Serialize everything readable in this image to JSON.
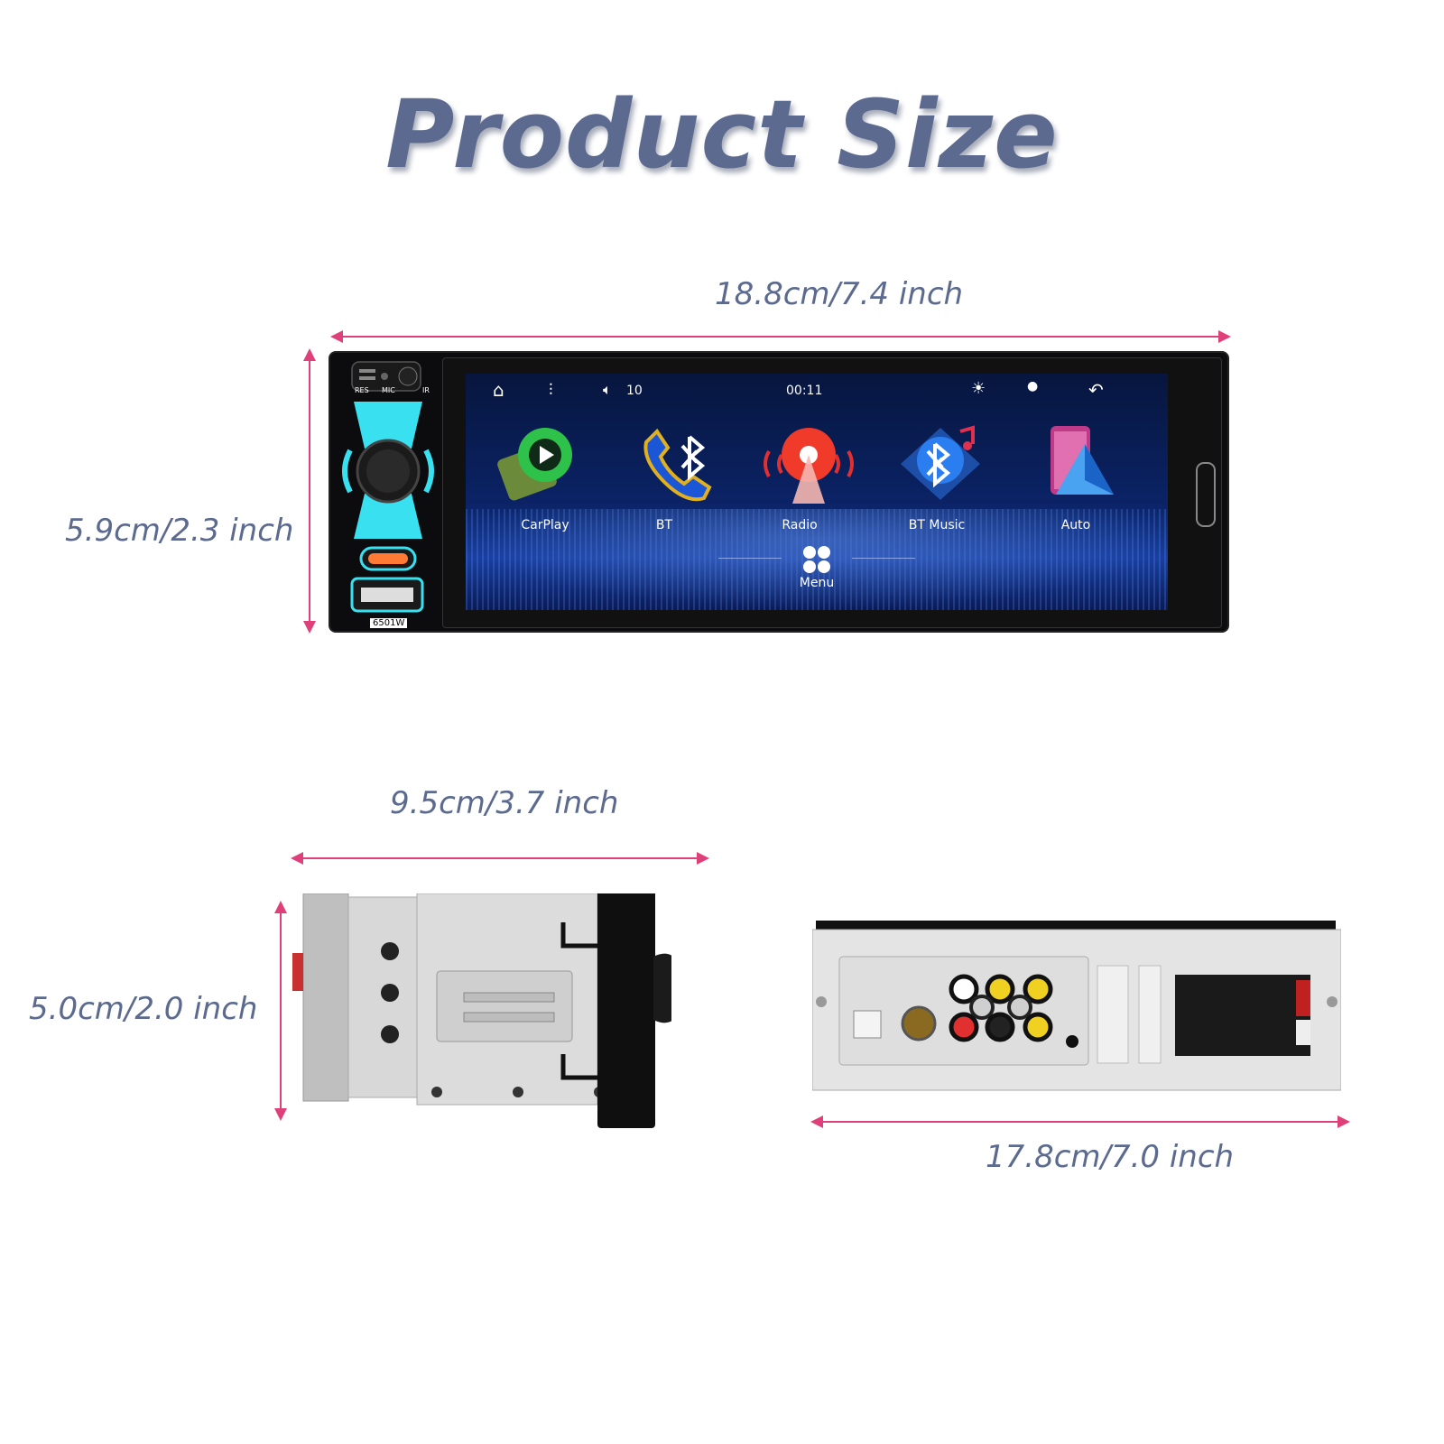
{
  "title": "Product Size",
  "dimensions": {
    "front_width": "18.8cm/7.4 inch",
    "front_height": "5.9cm/2.3 inch",
    "side_depth": "9.5cm/3.7 inch",
    "side_height": "5.0cm/2.0 inch",
    "back_width": "17.8cm/7.0 inch"
  },
  "panel": {
    "res": "RES",
    "mic": "MIC",
    "ir": "IR",
    "model": "6501W"
  },
  "screen": {
    "volume": "10",
    "time": "00:11",
    "apps": [
      {
        "label": "CarPlay"
      },
      {
        "label": "BT"
      },
      {
        "label": "Radio"
      },
      {
        "label": "BT Music"
      },
      {
        "label": "Auto"
      }
    ],
    "menu": "Menu"
  },
  "colors": {
    "text": "#5b6a8e",
    "arrow": "#e0407a",
    "accent_cyan": "#38e0f0"
  }
}
